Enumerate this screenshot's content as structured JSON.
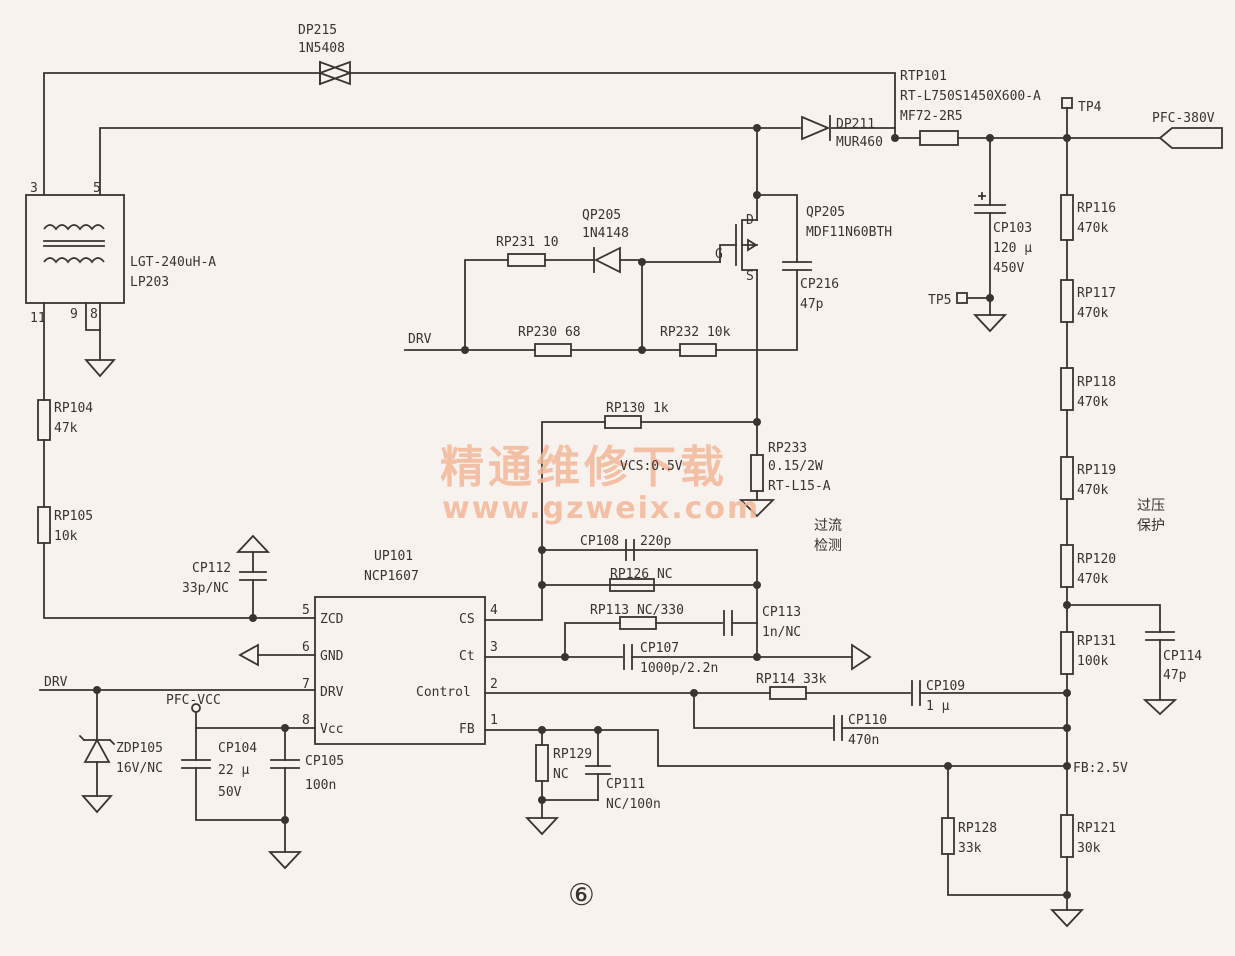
{
  "labels": {
    "dp215": "DP215",
    "dp215_part": "1N5408",
    "rtp101": "RTP101",
    "rtp101_part": "RT-L750S1450X600-A",
    "rtp101_part2": "MF72-2R5",
    "dp211": "DP211",
    "dp211_part": "MUR460",
    "tp4": "TP4",
    "pfc380": "PFC-380V",
    "cp103": "CP103",
    "cp103_v1": "120 μ",
    "cp103_v2": "450V",
    "tp5": "TP5",
    "rp116": "RP116",
    "rp116_v": "470k",
    "rp117": "RP117",
    "rp117_v": "470k",
    "rp118": "RP118",
    "rp118_v": "470k",
    "rp119": "RP119",
    "rp119_v": "470k",
    "rp120": "RP120",
    "rp120_v": "470k",
    "rp131": "RP131",
    "rp131_v": "100k",
    "rp121": "RP121",
    "rp121_v": "30k",
    "rp128": "RP128",
    "rp128_v": "33k",
    "cp114": "CP114",
    "cp114_v": "47p",
    "ovp1": "过压",
    "ovp2": "保护",
    "fb25": "FB:2.5V",
    "t_pin3": "3",
    "t_pin5": "5",
    "t_pin11": "11",
    "t_pin9": "9",
    "t_pin8": "8",
    "lgt": "LGT-240uH-A",
    "lp203": "LP203",
    "qp205_top": "QP205",
    "qp205_top_part": "1N4148",
    "qp205": "QP205",
    "qp205_part": "MDF11N60BTH",
    "d": "D",
    "g": "G",
    "s": "S",
    "rp231": "RP231 10",
    "cp216": "CP216",
    "cp216_v": "47p",
    "drv1": "DRV",
    "rp230": "RP230 68",
    "rp232": "RP232 10k",
    "rp130": "RP130 1k",
    "rp233": "RP233",
    "rp233_v1": "0.15/2W",
    "rp233_v2": "RT-L15-A",
    "vcs": "VCS:0.5V",
    "ocp1": "过流",
    "ocp2": "检测",
    "rp104": "RP104",
    "rp104_v": "47k",
    "rp105": "RP105",
    "rp105_v": "10k",
    "cp112": "CP112",
    "cp112_v": "33p/NC",
    "up101": "UP101",
    "ncp1607": "NCP1607",
    "zcd": "ZCD",
    "gnd": "GND",
    "drvp": "DRV",
    "vcc": "Vcc",
    "cs": "CS",
    "ct": "Ct",
    "control": "Control",
    "fb": "FB",
    "p5": "5",
    "p6": "6",
    "p7": "7",
    "p8": "8",
    "p4": "4",
    "p3": "3",
    "p2": "2",
    "p1": "1",
    "cp108": "CP108",
    "cp108_v": "220p",
    "rp126": "RP126 NC",
    "rp113": "RP113 NC/330",
    "cp113": "CP113",
    "cp113_v": "1n/NC",
    "cp107": "CP107",
    "cp107_v": "1000p/2.2n",
    "rp114": "RP114 33k",
    "cp109": "CP109",
    "cp109_v": "1 μ",
    "cp110": "CP110",
    "cp110_v": "470n",
    "drv2": "DRV",
    "pfcvcc": "PFC-VCC",
    "zdp105": "ZDP105",
    "zdp105_v": "16V/NC",
    "cp104": "CP104",
    "cp104_v1": "22 μ",
    "cp104_v2": "50V",
    "cp105": "CP105",
    "cp105_v": "100n",
    "rp129": "RP129",
    "rp129_v": "NC",
    "cp111": "CP111",
    "cp111_v": "NC/100n",
    "fig": "⑥"
  },
  "watermark": {
    "line1": "精通维修下载",
    "line2": "www.gzweix.com",
    "color": "#f3b89a"
  },
  "colors": {
    "ink": "#3a3330",
    "paper": "#f7f2ee"
  }
}
